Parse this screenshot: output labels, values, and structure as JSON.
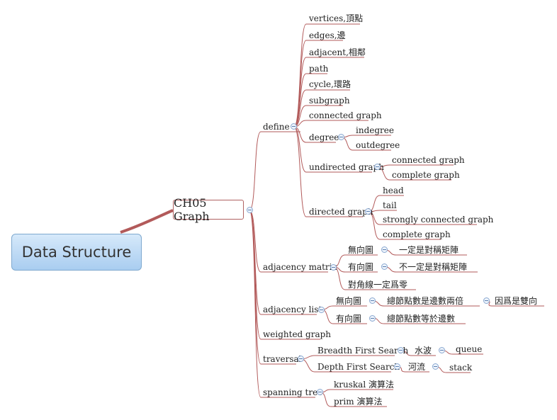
{
  "root": "Data Structure",
  "main": "CH05 Graph",
  "define": {
    "label": "define",
    "items": [
      "vertices,頂點",
      "edges,邊",
      "adjacent,相鄰",
      "path",
      "cycle,環路",
      "subgraph",
      "connected graph"
    ],
    "degree": {
      "label": "degree",
      "children": [
        "indegree",
        "outdegree"
      ]
    },
    "undirected": {
      "label": "undirected graph",
      "children": [
        "connected graph",
        "complete graph"
      ]
    },
    "directed": {
      "label": "directed graph",
      "children": [
        "head",
        "tail",
        "strongly connected graph",
        "complete graph"
      ]
    }
  },
  "adjacency_matrix": {
    "label": "adjacency matrix",
    "undirected": "無向圖",
    "undirected_note": "一定是對稱矩陣",
    "directed": "有向圖",
    "directed_note": "不一定是對稱矩陣",
    "diagonal": "對角線一定爲零"
  },
  "adjacency_list": {
    "label": "adjacency list",
    "undirected": "無向圖",
    "undirected_note": "總節點數是邊數兩倍",
    "undirected_reason": "因爲是雙向",
    "directed": "有向圖",
    "directed_note": "總節點數等於邊數"
  },
  "weighted": "weighted graph",
  "traversal": {
    "label": "traversal",
    "bfs": "Breadth First Search",
    "bfs_note": "水波",
    "bfs_ds": "queue",
    "dfs": "Depth First Search",
    "dfs_note": "河流",
    "dfs_ds": "stack"
  },
  "spanning": {
    "label": "spanning tree",
    "kruskal": "kruskal 演算法",
    "prim": "prim 演算法"
  }
}
